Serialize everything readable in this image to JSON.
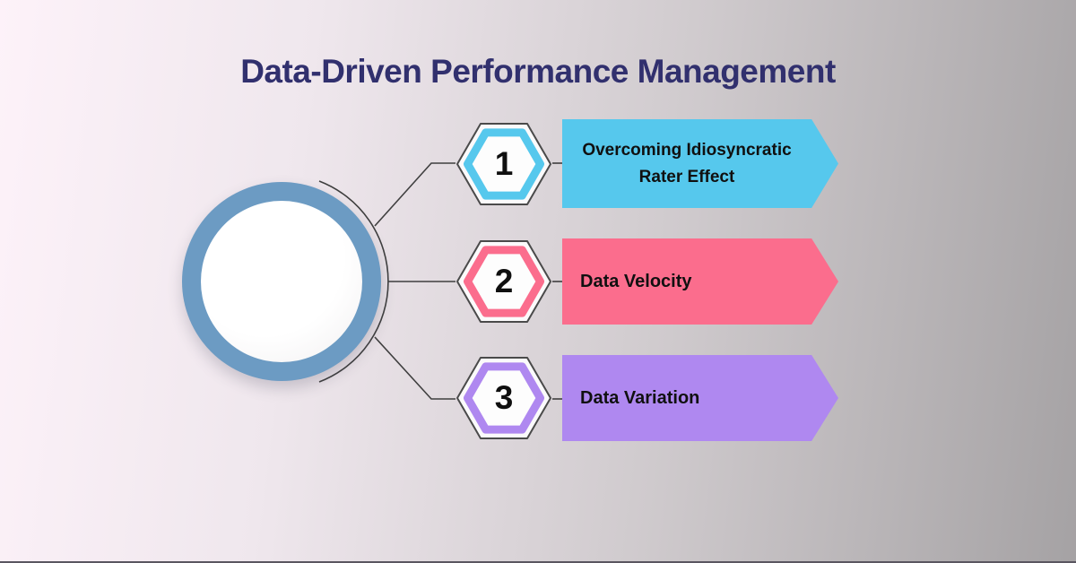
{
  "title": "Data-Driven Performance Management",
  "colors": {
    "title_text": "#31306E",
    "circle_ring": "#6C9BC3",
    "connector_line": "#3f3f3f",
    "banner_text": "#101010"
  },
  "items": [
    {
      "number": "1",
      "label": "Overcoming Idiosyncratic Rater Effect",
      "accent": "#56C8ED"
    },
    {
      "number": "2",
      "label": "Data Velocity",
      "accent": "#FB6D8D"
    },
    {
      "number": "3",
      "label": "Data Variation",
      "accent": "#AF88F0"
    }
  ]
}
